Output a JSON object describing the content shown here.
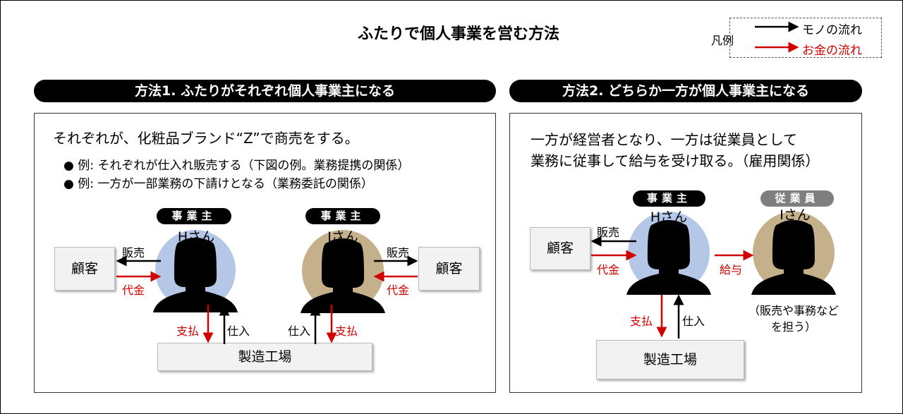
{
  "title": "ふたりで個人事業を営む方法",
  "legend": {
    "label": "凡例",
    "goods": "モノの流れ",
    "money": "お金の流れ"
  },
  "method1": {
    "header": "方法1. ふたりがそれぞれ個人事業主になる",
    "desc": "それぞれが、化粧品ブランド“Z”で商売をする。",
    "bullets": [
      "●  例:  それぞれが仕入れ販売する（下図の例。業務提携の関係）",
      "●  例:  一方が一部業務の下請けとなる（業務委託の関係）"
    ],
    "badge": "事業主",
    "h_name": "Hさん",
    "i_name": "Iさん",
    "customer": "顧客",
    "factory": "製造工場",
    "sell": "販売",
    "payment_in": "代金",
    "pay": "支払",
    "purchase": "仕入"
  },
  "method2": {
    "header": "方法2. どちらか一方が個人事業主になる",
    "desc": [
      "一方が経営者となり、一方は従業員として",
      "業務に従事して給与を受け取る。（雇用関係）"
    ],
    "owner_badge": "事業主",
    "employee_badge": "従業員",
    "h_name": "Hさん",
    "i_name": "Iさん",
    "customer": "顧客",
    "factory": "製造工場",
    "sell": "販売",
    "payment_in": "代金",
    "salary": "給与",
    "pay": "支払",
    "purchase": "仕入",
    "role": [
      "（販売や事務など",
      "を担う）"
    ]
  },
  "colors": {
    "red": "#d00000",
    "blue": "#b4c7e7",
    "tan": "#c4b08a",
    "gray": "#7f7f7f"
  }
}
